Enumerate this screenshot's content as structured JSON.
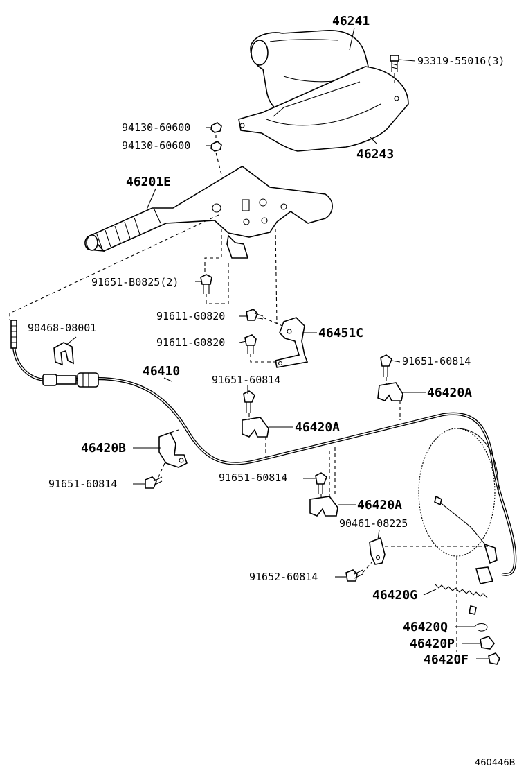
{
  "labels": {
    "p46241": "46241",
    "p93319": "93319-55016(3)",
    "p46243": "46243",
    "p94130a": "94130-60600",
    "p94130b": "94130-60600",
    "p46201E": "46201E",
    "p91651b": "91651-B0825(2)",
    "p90468": "90468-08001",
    "p91611a": "91611-G0820",
    "p91611b": "91611-G0820",
    "p46451C": "46451C",
    "p91651r": "91651-60814",
    "p46420Ar": "46420A",
    "p46410": "46410",
    "p91651m": "91651-60814",
    "p46420Am": "46420A",
    "p46420B": "46420B",
    "p91651l": "91651-60814",
    "p91651c": "91651-60814",
    "p46420Ac": "46420A",
    "p90461": "90461-08225",
    "p91652": "91652-60814",
    "p46420G": "46420G",
    "p46420Q": "46420Q",
    "p46420P": "46420P",
    "p46420F": "46420F",
    "figure_code": "460446B"
  }
}
